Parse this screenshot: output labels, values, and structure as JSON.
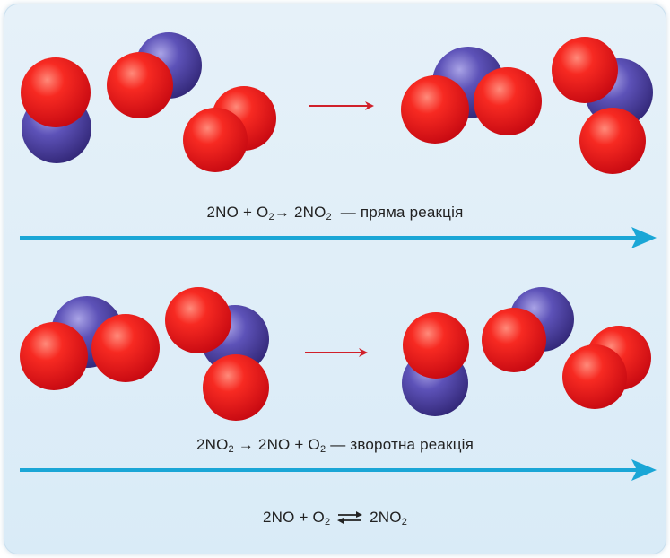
{
  "forward": {
    "reactant_1": "2NO",
    "plus": "+",
    "o_letter": "O",
    "o_sub": "2",
    "arrow": "→",
    "product": "2NO",
    "product_sub": "2",
    "dash": "—",
    "label": "пряма реакція"
  },
  "reverse": {
    "reactant": "2NO",
    "reactant_sub": "2",
    "arrow": "→",
    "product_1": "2NO",
    "plus": "+",
    "o_letter": "O",
    "o_sub": "2",
    "dash": "—",
    "label": "зворотна реакція"
  },
  "equilibrium": {
    "reactant_1": "2NO",
    "plus": "+",
    "o_letter": "O",
    "o_sub": "2",
    "product": "2NO",
    "product_sub": "2"
  },
  "colors": {
    "oxygen": "#e8141c",
    "nitrogen": "#4a3f9a",
    "timeline": "#1aa6d6",
    "reaction_arrow": "#d0202a"
  }
}
